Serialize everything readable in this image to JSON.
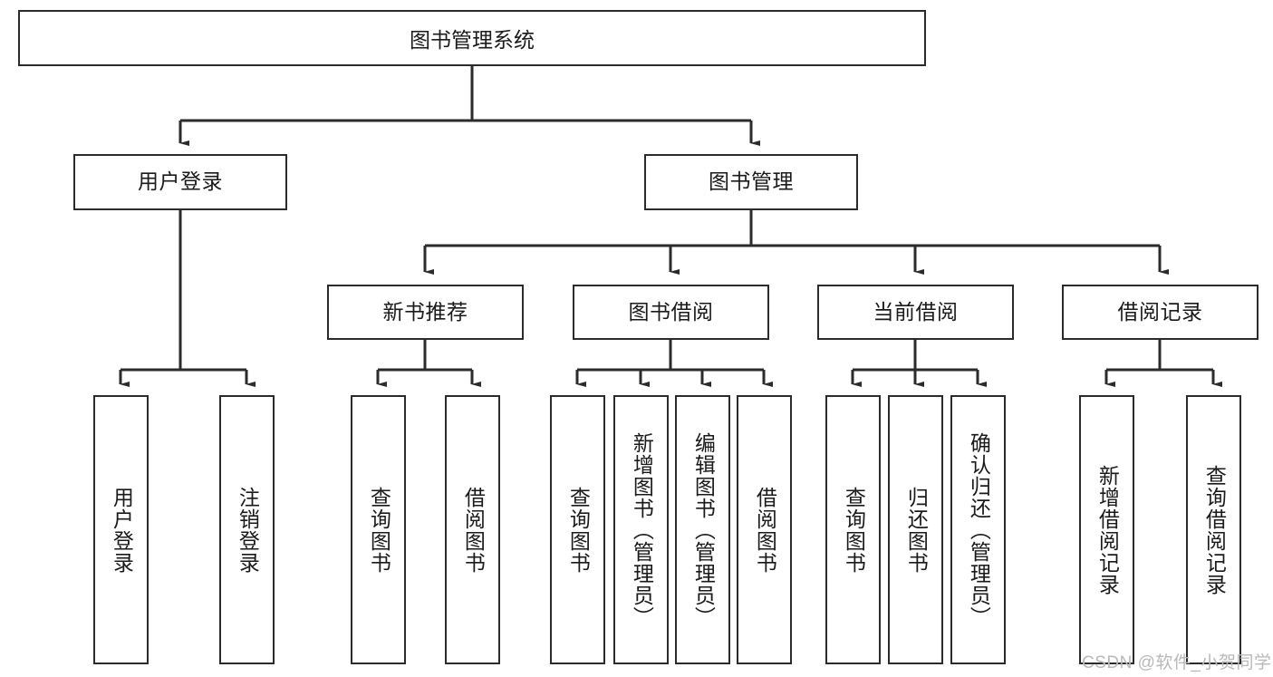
{
  "diagram": {
    "type": "hierarchy-tree",
    "title": "图书管理系统",
    "orientation": "top-down",
    "colors": {
      "border": "#2b2b2b",
      "background": "#ffffff",
      "text": "#1a1a1a",
      "watermark": "#b9b9b9"
    },
    "nodes": {
      "root": {
        "label": "图书管理系统",
        "level": 1
      },
      "l2": [
        {
          "id": "user-login",
          "label": "用户登录",
          "level": 2
        },
        {
          "id": "book-management",
          "label": "图书管理",
          "level": 2
        }
      ],
      "l3": [
        {
          "id": "new-book-recommend",
          "label": "新书推荐",
          "level": 3,
          "parent": "book-management"
        },
        {
          "id": "book-borrow",
          "label": "图书借阅",
          "level": 3,
          "parent": "book-management"
        },
        {
          "id": "current-borrow",
          "label": "当前借阅",
          "level": 3,
          "parent": "book-management"
        },
        {
          "id": "borrow-record",
          "label": "借阅记录",
          "level": 3,
          "parent": "book-management"
        }
      ],
      "leaves": [
        {
          "id": "leaf-user-login",
          "label": "用户登录",
          "parent": "user-login"
        },
        {
          "id": "leaf-logout",
          "label": "注销登录",
          "parent": "user-login"
        },
        {
          "id": "leaf-query-book-1",
          "label": "查询图书",
          "parent": "new-book-recommend"
        },
        {
          "id": "leaf-borrow-book-1",
          "label": "借阅图书",
          "parent": "new-book-recommend"
        },
        {
          "id": "leaf-query-book-2",
          "label": "查询图书",
          "parent": "book-borrow"
        },
        {
          "id": "leaf-add-book",
          "label": "新增图书（管理员）",
          "parent": "book-borrow"
        },
        {
          "id": "leaf-edit-book",
          "label": "编辑图书（管理员）",
          "parent": "book-borrow"
        },
        {
          "id": "leaf-borrow-book-2",
          "label": "借阅图书",
          "parent": "book-borrow"
        },
        {
          "id": "leaf-query-book-3",
          "label": "查询图书",
          "parent": "current-borrow"
        },
        {
          "id": "leaf-return-book",
          "label": "归还图书",
          "parent": "current-borrow"
        },
        {
          "id": "leaf-confirm-return",
          "label": "确认归还（管理员）",
          "parent": "current-borrow"
        },
        {
          "id": "leaf-add-record",
          "label": "新增借阅记录",
          "parent": "borrow-record"
        },
        {
          "id": "leaf-query-record",
          "label": "查询借阅记录",
          "parent": "borrow-record"
        }
      ]
    },
    "watermark": "CSDN @软件_小贺同学"
  }
}
